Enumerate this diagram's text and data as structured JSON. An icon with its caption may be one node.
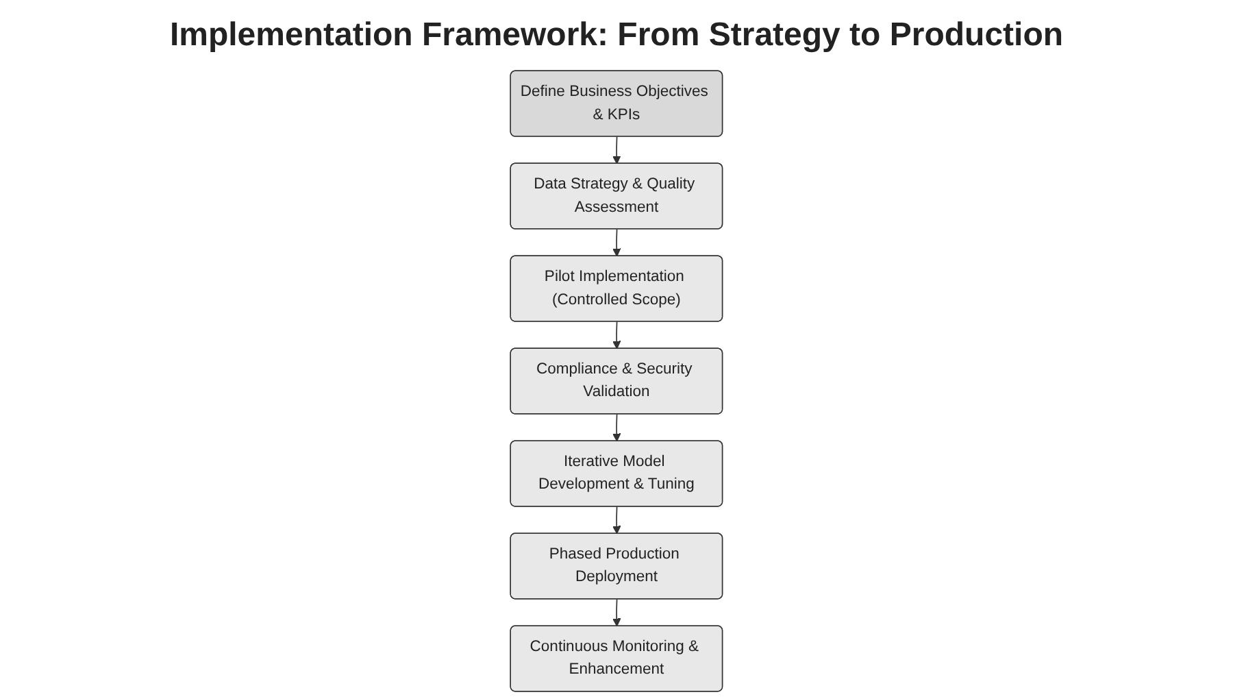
{
  "diagram": {
    "title": "Implementation Framework: From Strategy to Production",
    "nodes": [
      {
        "text": [
          "Define Business Objectives & KPIs"
        ]
      },
      {
        "text": [
          "Data Strategy & Quality Assessment"
        ]
      },
      {
        "text": [
          "Pilot Implementation (Controlled Scope)"
        ]
      },
      {
        "text": [
          "Compliance & Security Validation"
        ]
      },
      {
        "text": [
          "Iterative Model Development & Tuning"
        ]
      },
      {
        "text": [
          "Phased Production Deployment"
        ]
      },
      {
        "text": [
          "Continuous Monitoring & Enhancement"
        ]
      }
    ],
    "edges": [
      {
        "from": 0,
        "to": 1,
        "arrow": "to"
      },
      {
        "from": 1,
        "to": 2,
        "arrow": "to"
      },
      {
        "from": 2,
        "to": 3,
        "arrow": "to"
      },
      {
        "from": 3,
        "to": 4,
        "arrow": "to"
      },
      {
        "from": 4,
        "to": 5,
        "arrow": "to"
      },
      {
        "from": 5,
        "to": 6,
        "arrow": "to"
      }
    ]
  }
}
